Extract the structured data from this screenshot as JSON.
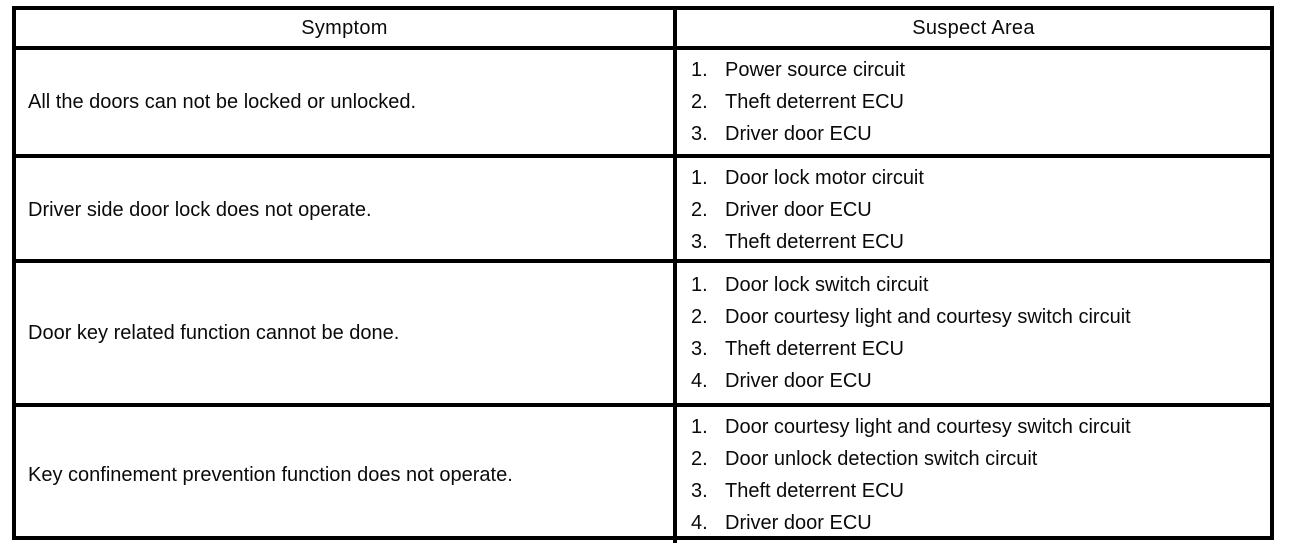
{
  "table": {
    "headers": {
      "symptom": "Symptom",
      "suspect_area": "Suspect Area"
    },
    "rows": [
      {
        "symptom": "All the doors can not be locked or unlocked.",
        "suspect_areas": [
          "Power source circuit",
          "Theft deterrent ECU",
          "Driver door ECU"
        ]
      },
      {
        "symptom": "Driver side door lock does not operate.",
        "suspect_areas": [
          "Door lock motor circuit",
          "Driver door ECU",
          "Theft deterrent ECU"
        ]
      },
      {
        "symptom": "Door key related function cannot be done.",
        "suspect_areas": [
          "Door lock switch circuit",
          "Door courtesy light and courtesy switch circuit",
          "Theft deterrent ECU",
          "Driver door ECU"
        ]
      },
      {
        "symptom": "Key confinement prevention function does not operate.",
        "suspect_areas": [
          "Door courtesy light and courtesy switch circuit",
          "Door unlock detection switch circuit",
          "Theft deterrent ECU",
          "Driver door ECU"
        ]
      }
    ]
  }
}
